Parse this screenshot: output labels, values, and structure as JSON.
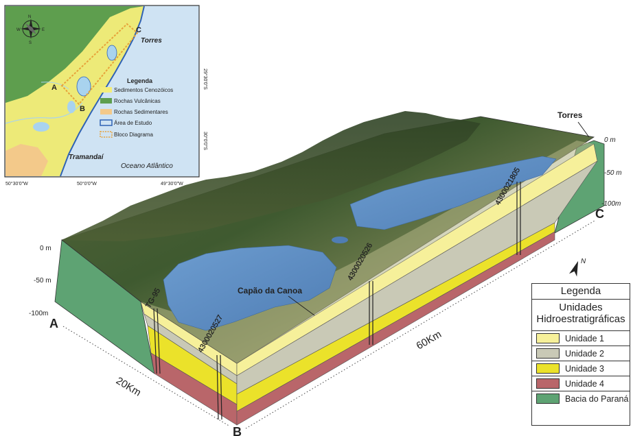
{
  "inset_map": {
    "compass_labels": {
      "n": "N",
      "s": "S",
      "e": "E",
      "w": "W"
    },
    "point_labels": {
      "a": "A",
      "b": "B",
      "c": "C"
    },
    "places": {
      "torres": "Torres",
      "tramandai": "Tramandaí",
      "ocean": "Oceano Atlântico"
    },
    "lon_ticks": [
      "50°30'0\"W",
      "50°0'0\"W",
      "49°30'0\"W"
    ],
    "lat_ticks": [
      "29°30'0\"S",
      "30°0'0\"S"
    ],
    "legend": {
      "title": "Legenda",
      "items": [
        {
          "label": "Sedimentos Cenozóicos",
          "color": "#f4ee7a"
        },
        {
          "label": "Rochas Vulcânicas",
          "color": "#5e9e4e"
        },
        {
          "label": "Rochas Sedimentares",
          "color": "#f3c98a"
        },
        {
          "label": "Área de Estudo",
          "color": "#2f62b5"
        },
        {
          "label": "Bloco Diagrama",
          "color": "#e7a23a"
        }
      ]
    },
    "colors": {
      "ocean": "#cfe3f3",
      "lagoon": "#a9d3ee"
    }
  },
  "block": {
    "corner_labels": {
      "a": "A",
      "b": "B",
      "c": "C"
    },
    "places": {
      "torres": "Torres",
      "capao": "Capão da Canoa"
    },
    "depth_left": [
      "0 m",
      "-50 m",
      "-100m"
    ],
    "depth_right": [
      "0 m",
      "-50 m",
      "-100m"
    ],
    "wells": [
      "TG-95",
      "4300020527",
      "4300020526",
      "4300021805"
    ],
    "dim_short": "20Km",
    "dim_long": "60Km",
    "north": "N"
  },
  "legend": {
    "title": "Legenda",
    "subtitle_line1": "Unidades",
    "subtitle_line2": "Hidroestratigráficas",
    "items": [
      {
        "label": "Unidade 1",
        "color": "#f6f09a"
      },
      {
        "label": "Unidade 2",
        "color": "#c9c9b6"
      },
      {
        "label": "Unidade 3",
        "color": "#ebe22a"
      },
      {
        "label": "Unidade 4",
        "color": "#b9666a"
      },
      {
        "label": "Bacia do Paraná",
        "color": "#5ea373"
      }
    ]
  }
}
